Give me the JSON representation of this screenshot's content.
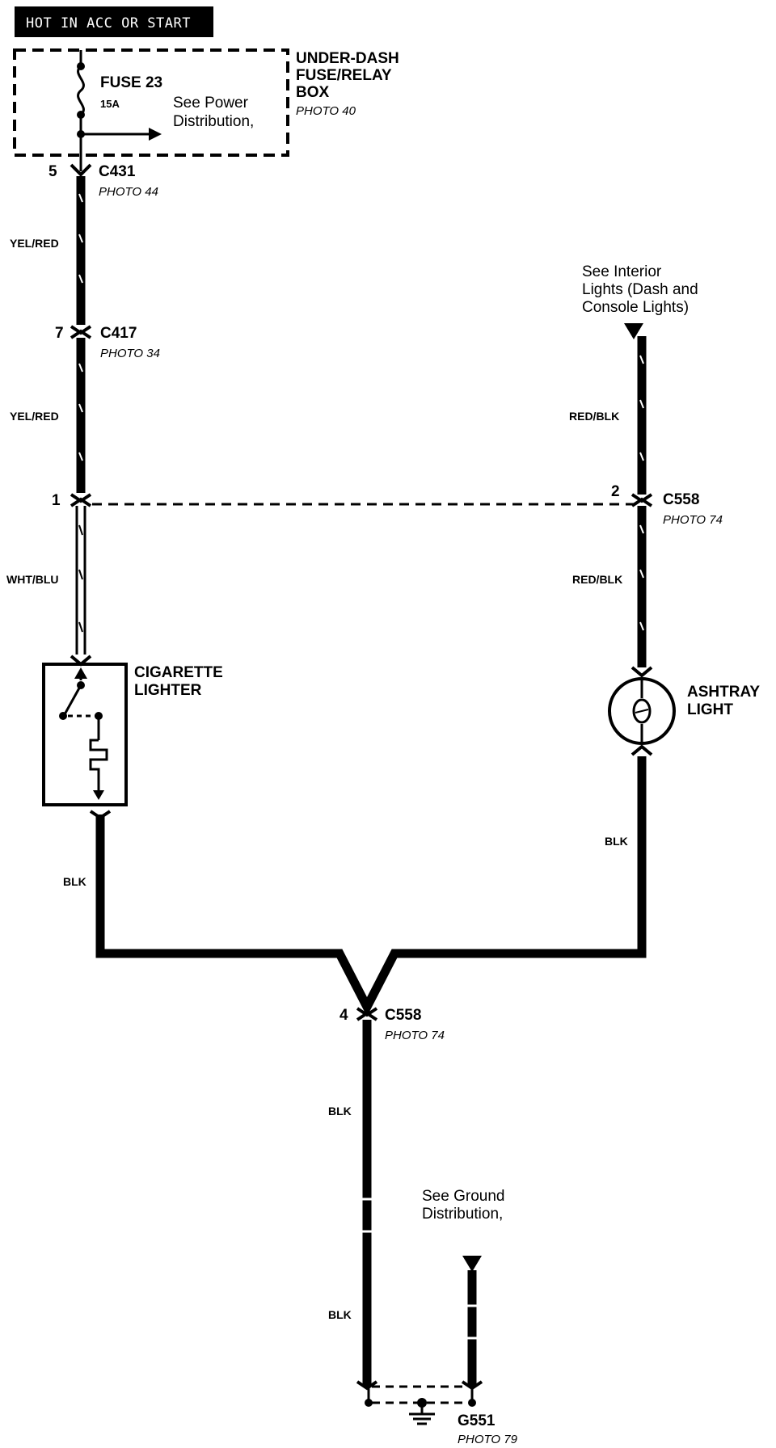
{
  "header": {
    "banner": "HOT IN ACC OR START"
  },
  "fuse_box": {
    "title_line1": "UNDER-DASH",
    "title_line2": "FUSE/RELAY",
    "title_line3": "BOX",
    "photo": "PHOTO 40",
    "fuse_name": "FUSE 23",
    "fuse_rating": "15A",
    "ref_line1": "See Power",
    "ref_line2": "Distribution,"
  },
  "connectors": {
    "c431": {
      "pin": "5",
      "name": "C431",
      "photo": "PHOTO 44"
    },
    "c417": {
      "pin": "7",
      "name": "C417",
      "photo": "PHOTO 34"
    },
    "c558_left": {
      "pin": "1"
    },
    "c558_right": {
      "pin": "2",
      "name": "C558",
      "photo": "PHOTO 74"
    },
    "c558_bottom": {
      "pin": "4",
      "name": "C558",
      "photo": "PHOTO 74"
    }
  },
  "wires": {
    "yel_red_1": "YEL/RED",
    "yel_red_2": "YEL/RED",
    "wht_blu": "WHT/BLU",
    "red_blk_1": "RED/BLK",
    "red_blk_2": "RED/BLK",
    "blk_left": "BLK",
    "blk_right": "BLK",
    "blk_bottom_1": "BLK",
    "blk_bottom_2": "BLK"
  },
  "interior_ref": {
    "line1": "See Interior",
    "line2": "Lights (Dash and",
    "line3": "Console Lights)"
  },
  "components": {
    "lighter_line1": "CIGARETTE",
    "lighter_line2": "LIGHTER",
    "ashtray_line1": "ASHTRAY",
    "ashtray_line2": "LIGHT"
  },
  "ground": {
    "ref_line1": "See Ground",
    "ref_line2": "Distribution,",
    "name": "G551",
    "photo": "PHOTO 79"
  }
}
